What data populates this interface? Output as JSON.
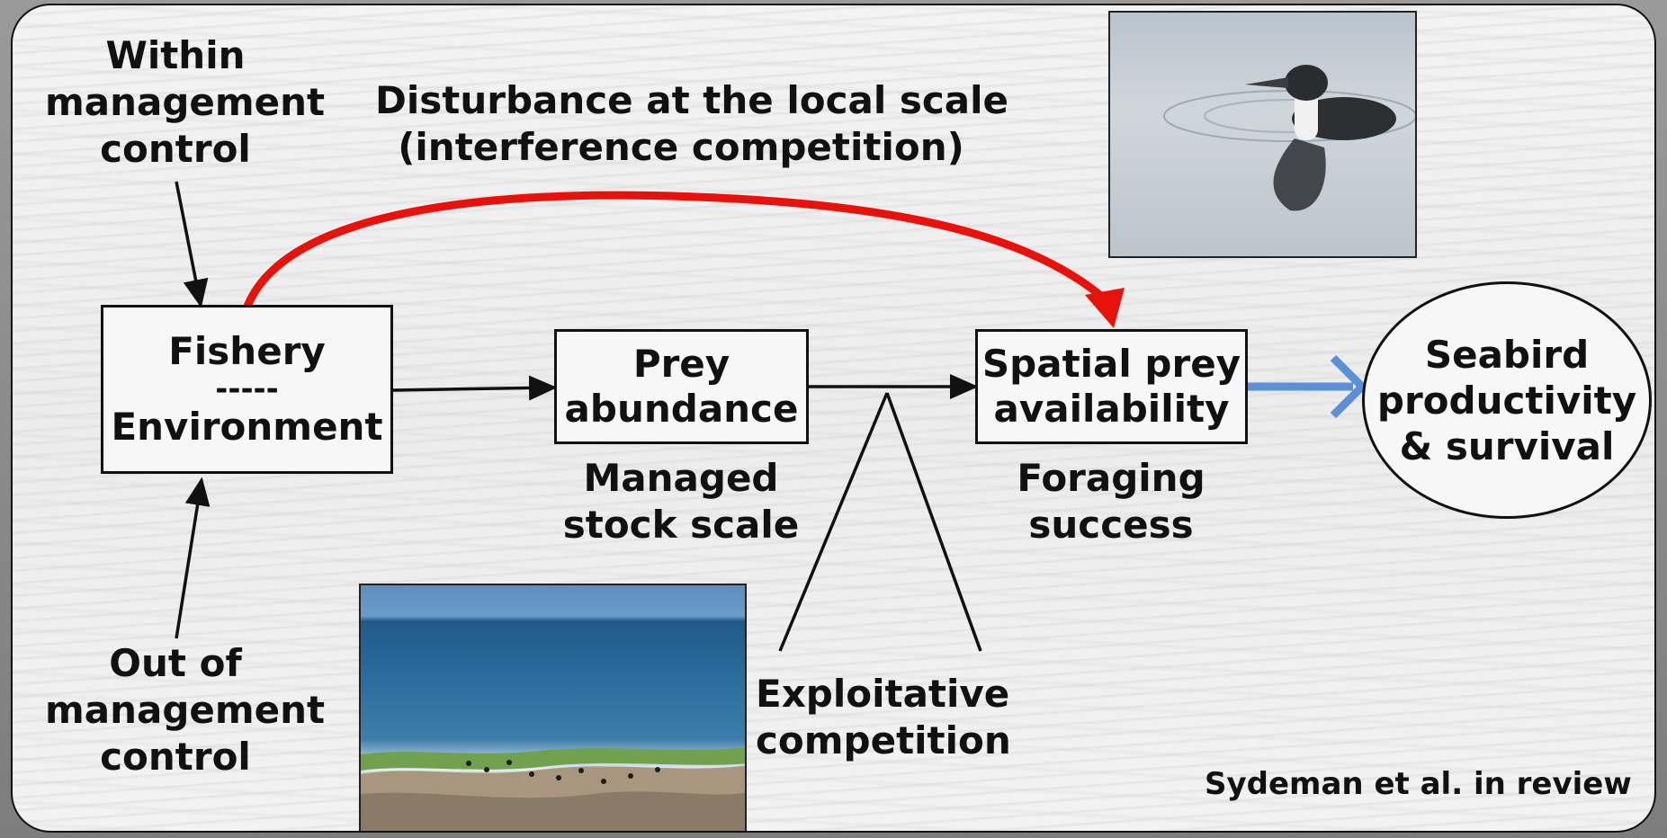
{
  "labels": {
    "within_control": [
      "Within",
      "management",
      "control"
    ],
    "out_of_control": [
      "Out of",
      "management",
      "control"
    ],
    "disturbance": [
      "Disturbance at the local scale",
      "(interference competition)"
    ],
    "managed_stock": [
      "Managed",
      "stock scale"
    ],
    "foraging": [
      "Foraging",
      "success"
    ],
    "exploitative": [
      "Exploitative",
      "competition"
    ],
    "citation": "Sydeman et al. in review"
  },
  "boxes": {
    "fishery": [
      "Fishery",
      "-----",
      "Environment"
    ],
    "prey": [
      "Prey",
      "abundance"
    ],
    "spatial": [
      "Spatial prey",
      "availability"
    ]
  },
  "circle": [
    "Seabird",
    "productivity",
    "& survival"
  ],
  "images": {
    "loon": "loon-swimming-photo",
    "coast": "seabird-colony-coastline-photo"
  },
  "colors": {
    "red_arrow": "#e8120c",
    "blue_arrow": "#5b8fd6",
    "black": "#111111"
  }
}
